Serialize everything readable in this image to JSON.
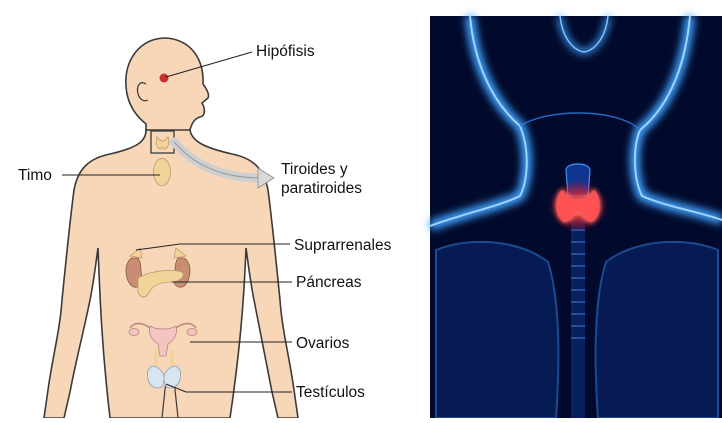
{
  "diagram": {
    "labels": {
      "hipofisis": "Hipófisis",
      "timo": "Timo",
      "tiroides_line1": "Tiroides y",
      "tiroides_line2": "paratiroides",
      "suprarrenales": "Suprarrenales",
      "pancreas": "Páncreas",
      "ovarios": "Ovarios",
      "testiculos": "Testículos"
    },
    "colors": {
      "skin": "#f7d7b8",
      "outline": "#3a3a3a",
      "gland": "#f2d39a",
      "kidney": "#c88d73",
      "pituitary": "#c8312b",
      "scan_background": "#010a2c",
      "scan_glow": "#3fa3ff",
      "thyroid_glow": "#ff3b3b"
    }
  }
}
